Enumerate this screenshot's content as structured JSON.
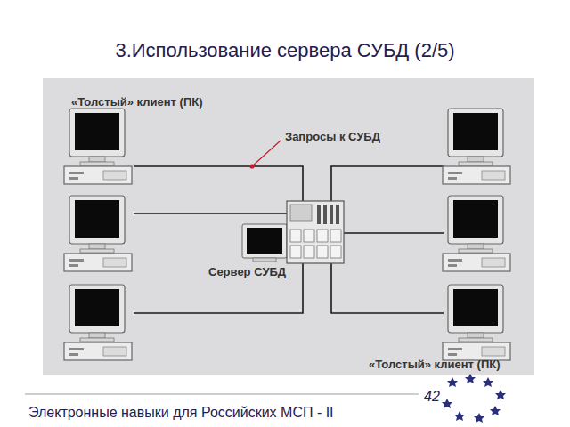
{
  "diagram": {
    "title": "3.Использование сервера  СУБД (2/5)",
    "nodes": [
      {
        "text": [
          "Сервер СУБД"
        ]
      }
    ],
    "labels": [
      "«Толстый» клиент (ПК)",
      "Запросы к СУБД",
      "«Толстый» клиент (ПК)",
      "Электронные навыки для Российских МСП - II",
      "42"
    ]
  }
}
